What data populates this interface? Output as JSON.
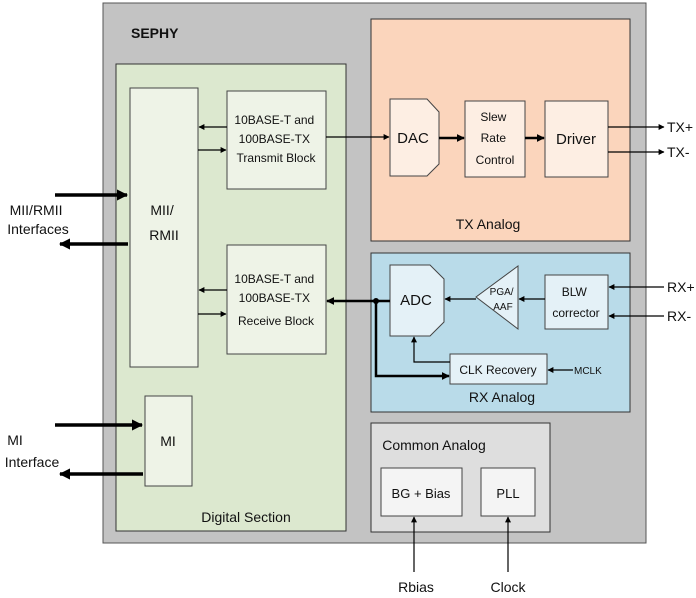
{
  "diagram": {
    "chip_title": "SEPHY",
    "digital_section": {
      "title": "Digital Section",
      "mii_block": [
        "MII/",
        "RMII"
      ],
      "transmit_block": [
        "10BASE-T and",
        "100BASE-TX",
        "Transmit Block"
      ],
      "receive_block": [
        "10BASE-T and",
        "100BASE-TX",
        "Receive Block"
      ],
      "mi_block": "MI"
    },
    "tx_analog": {
      "title": "TX Analog",
      "dac": "DAC",
      "slew_rate_control": [
        "Slew",
        "Rate",
        "Control"
      ],
      "driver": "Driver"
    },
    "rx_analog": {
      "title": "RX Analog",
      "adc": "ADC",
      "pga_aaf": [
        "PGA/",
        "AAF"
      ],
      "blw_corrector": [
        "BLW",
        "corrector"
      ],
      "clk_recovery": "CLK Recovery",
      "mclk": "MCLK"
    },
    "common_analog": {
      "title": "Common Analog",
      "bg_bias": "BG + Bias",
      "pll": "PLL"
    },
    "external": {
      "mii_rmii_interfaces": [
        "MII/RMII",
        "Interfaces"
      ],
      "mi_interface": [
        "MI",
        "Interface"
      ],
      "tx_plus": "TX+",
      "tx_minus": "TX-",
      "rx_plus": "RX+",
      "rx_minus": "RX-",
      "rbias": "Rbias",
      "clock": "Clock"
    },
    "colors": {
      "chip_fill": "#c3c3c3",
      "digital_fill": "#dce8cf",
      "digital_block_fill": "#eef3e7",
      "tx_fill": "#fbd5bc",
      "rx_fill": "#b9dbe9",
      "common_fill": "#dedede",
      "white_block": "#f4f4f4"
    }
  }
}
